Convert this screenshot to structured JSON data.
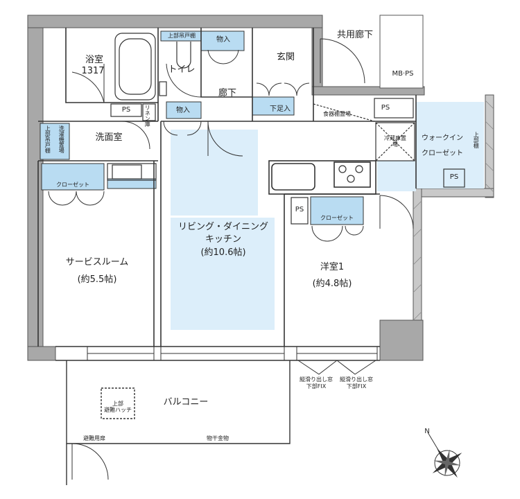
{
  "rooms": {
    "bath": "浴室",
    "bath_size": "1317",
    "toilet": "トイレ",
    "toilet_shelf": "上部吊戸棚",
    "storage1": "物入",
    "storage2": "物入",
    "entrance": "玄関",
    "corridor": "廊下",
    "shared_corridor": "共用廊下",
    "mbps": "MB·PS",
    "washroom": "洗面室",
    "linen": "リネン庫",
    "washer_area": "洗濯機置場",
    "washer_shelf": "上部吊戸棚",
    "ps1": "PS",
    "ps2": "PS",
    "ps3": "PS",
    "ps4": "PS",
    "shoe_box": "下足入",
    "dish_shelf": "食器棚置場",
    "fridge": "冷蔵庫置場",
    "wic": "ウォークイン",
    "wic2": "クローゼット",
    "upper_shelf": "上部棚",
    "closet1": "クローゼット",
    "closet2": "クローゼット",
    "ldk": "リビング・ダイニング",
    "ldk2": "キッチン",
    "ldk_size": "(約10.6帖)",
    "service_room": "サービスルーム",
    "service_size": "(約5.5帖)",
    "western_room": "洋室1",
    "western_size": "(約4.8帖)",
    "balcony": "バルコニー",
    "hatch1": "上部",
    "hatch2": "避難ハッチ",
    "evac_door": "避難用扉",
    "clothes_rack": "物干金物",
    "window1a": "縦滑り出し窓",
    "window1b": "下部FIX",
    "window2a": "縦滑り出し窓",
    "window2b": "下部FIX",
    "north": "N"
  },
  "colors": {
    "wall": "#a8a8a8",
    "room_blue": "#dceefa",
    "fixture_blue": "#b9dcf2",
    "line": "#333333"
  }
}
